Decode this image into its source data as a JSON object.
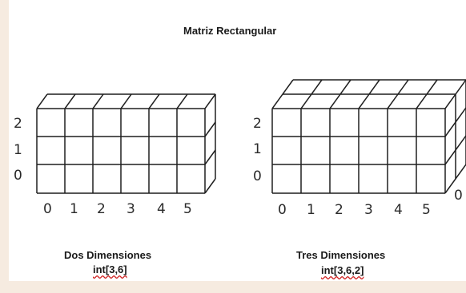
{
  "title": "Matriz Rectangular",
  "figures": [
    {
      "caption": "Dos Dimensiones",
      "code": "int[3,6]",
      "row_labels": [
        "2",
        "1",
        "0"
      ],
      "col_labels": [
        "0",
        "1",
        "2",
        "3",
        "4",
        "5"
      ],
      "depth_labels": []
    },
    {
      "caption": "Tres Dimensiones",
      "code": "int[3,6,2]",
      "row_labels": [
        "2",
        "1",
        "0"
      ],
      "col_labels": [
        "0",
        "1",
        "2",
        "3",
        "4",
        "5"
      ],
      "depth_labels": [
        "0"
      ]
    }
  ],
  "colors": {
    "line": "#1f1f1f",
    "background": "#f6ebe0",
    "panel": "#ffffff",
    "spellcheck_underline": "#d02020"
  }
}
